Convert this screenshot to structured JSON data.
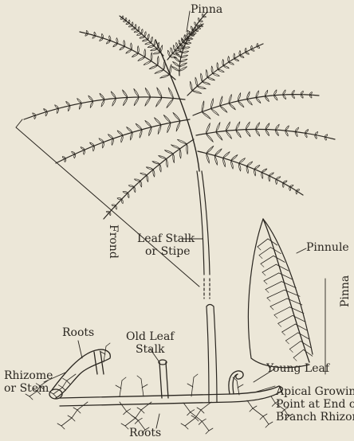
{
  "diagram": {
    "labels": {
      "pinna_top": "Pinna",
      "frond": "Frond",
      "leaf_stalk": [
        "Leaf Stalk",
        "or Stipe"
      ],
      "pinnule": "Pinnule",
      "pinna_side": "Pinna",
      "roots_left": "Roots",
      "old_leaf_stalk": [
        "Old Leaf",
        "Stalk"
      ],
      "rhizome": [
        "Rhizome",
        "or Stem"
      ],
      "young_leaf": "Young Leaf",
      "apical": [
        "Apical Growing",
        "Point at End of",
        "Branch Rhizome"
      ],
      "roots_bottom": "Roots"
    },
    "colors": {
      "paper": "#ece7d8",
      "ink": "#2a2620"
    }
  }
}
